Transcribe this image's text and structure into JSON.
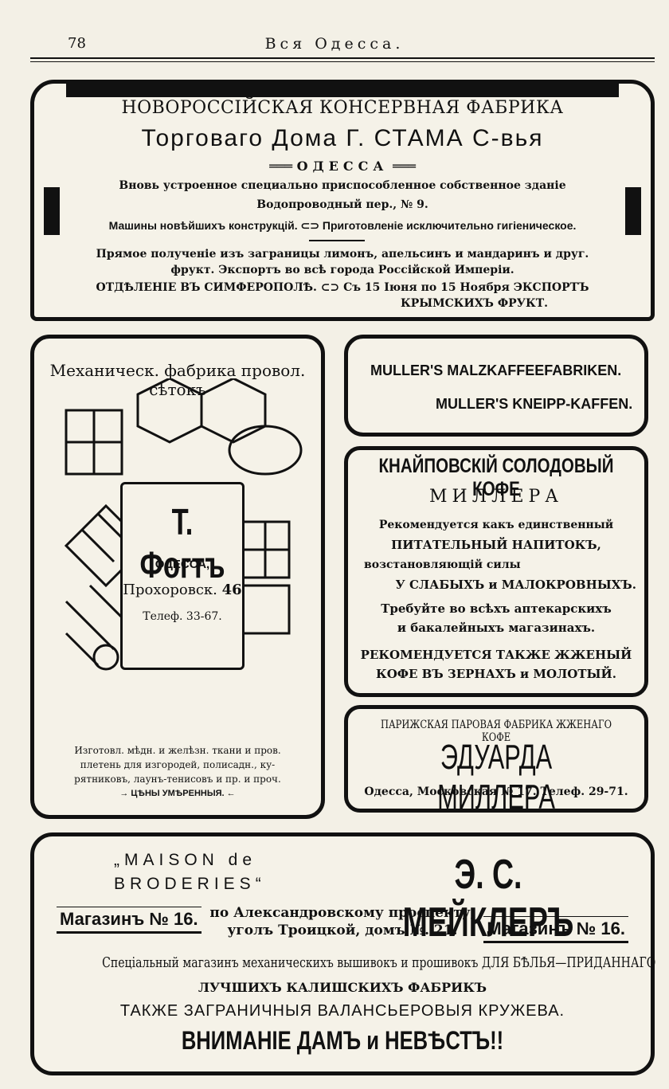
{
  "page": {
    "number": "78",
    "running_title": "Вся Одесса."
  },
  "ad_top": {
    "headline": "НОВОРОССІЙСКАЯ КОНСЕРВНАЯ ФАБРИКА",
    "company": "Торговаго Дома Г. СТАМА С-вья",
    "city": "ОДЕССА",
    "line1": "Вновь устроенное специально приспособленное собственное зданіе",
    "line2": "Водопроводный пер., № 9.",
    "line3_left": "Машины новѣйшихъ конструкцій.",
    "line3_right": "Приготовленіе исключительно гигіеническое.",
    "line4": "Прямое полученіе изъ заграницы лимонъ, апельсинъ и мандаринъ и друг.",
    "line5": "фрукт. Экспортъ во всѣ города Россійской Имперіи.",
    "line6_left": "ОТДѢЛЕНІЕ ВЪ СИМФЕРОПОЛѢ.",
    "line6_right": "Съ 15 Іюня по 15 Ноября ЭКСПОРТЪ",
    "line7": "КРЫМСКИХЪ ФРУКТ."
  },
  "ad_vogt": {
    "headline": "Механическ. фабрика провол. сѣтокъ",
    "name": "Т. Фогтъ",
    "city": "ОДЕССА,",
    "street_name": "Прохоровск.",
    "street_number": "46",
    "phone": "Телеф. 33-67.",
    "desc1": "Изготовл. мѣдн. и желѣзн. ткани и пров.",
    "desc2": "плетень для изгородей, полисадн., ку-",
    "desc3": "рятниковъ, лаунъ-тенисовъ и пр. и проч.",
    "prices": "ЦѢНЫ УМѢРЕННЫЯ."
  },
  "ad_muller_top": {
    "line1": "MULLER'S MALZKAFFEEFABRIKEN.",
    "line2": "MULLER'S KNEIPP-KAFFEN."
  },
  "ad_muller_mid": {
    "headline": "КНАЙПОВСКІЙ СОЛОДОВЫЙ КОФЕ",
    "maker": "МИЛЛЕРА",
    "l1": "Рекомендуется какъ единственный",
    "l2": "ПИТАТЕЛЬНЫЙ НАПИТОКЪ,",
    "l3": "возстановляющій силы",
    "l4": "У СЛАБЫХЪ и МАЛОКРОВНЫХЪ.",
    "l5": "Требуйте во всѣхъ аптекарскихъ",
    "l6": "и бакалейныхъ магазинахъ.",
    "l7": "РЕКОМЕНДУЕТСЯ ТАКЖЕ ЖЖЕНЫЙ",
    "l8": "КОФЕ ВЪ ЗЕРНАХЪ и МОЛОТЫЙ."
  },
  "ad_muller_bot": {
    "headline": "ПАРИЖСКАЯ ПАРОВАЯ ФАБРИКА ЖЖЕНАГО КОФЕ",
    "name": "ЭДУАРДА МИЛЛЕРА",
    "address": "Одесса, Московская № 17. Телеф. 29-71."
  },
  "ad_meikler": {
    "maison1": "„MAISON de",
    "maison2": "BRODERIES“",
    "name": "Э. С. МЕЙКЛЕРЪ",
    "shop_left": "Магазинъ № 16.",
    "shop_right": "Магазинъ № 16.",
    "address1": "по Александровскому проспекту,",
    "address2": "уголъ Троицкой, домъ №. 21.",
    "special": "Спеціальный магазинъ механическихъ вышивокъ и прошивокъ ДЛЯ БѢЛЬЯ—ПРИДАННАГО",
    "factories": "ЛУЧШИХЪ КАЛИШСКИХЪ ФАБРИКЪ",
    "lace": "ТАКЖЕ ЗАГРАНИЧНЫЯ ВАЛАНСЬЕРОВЫЯ КРУЖЕВА.",
    "attention": "ВНИМАНІЕ ДАМЪ и НЕВѢСТЪ!!"
  }
}
